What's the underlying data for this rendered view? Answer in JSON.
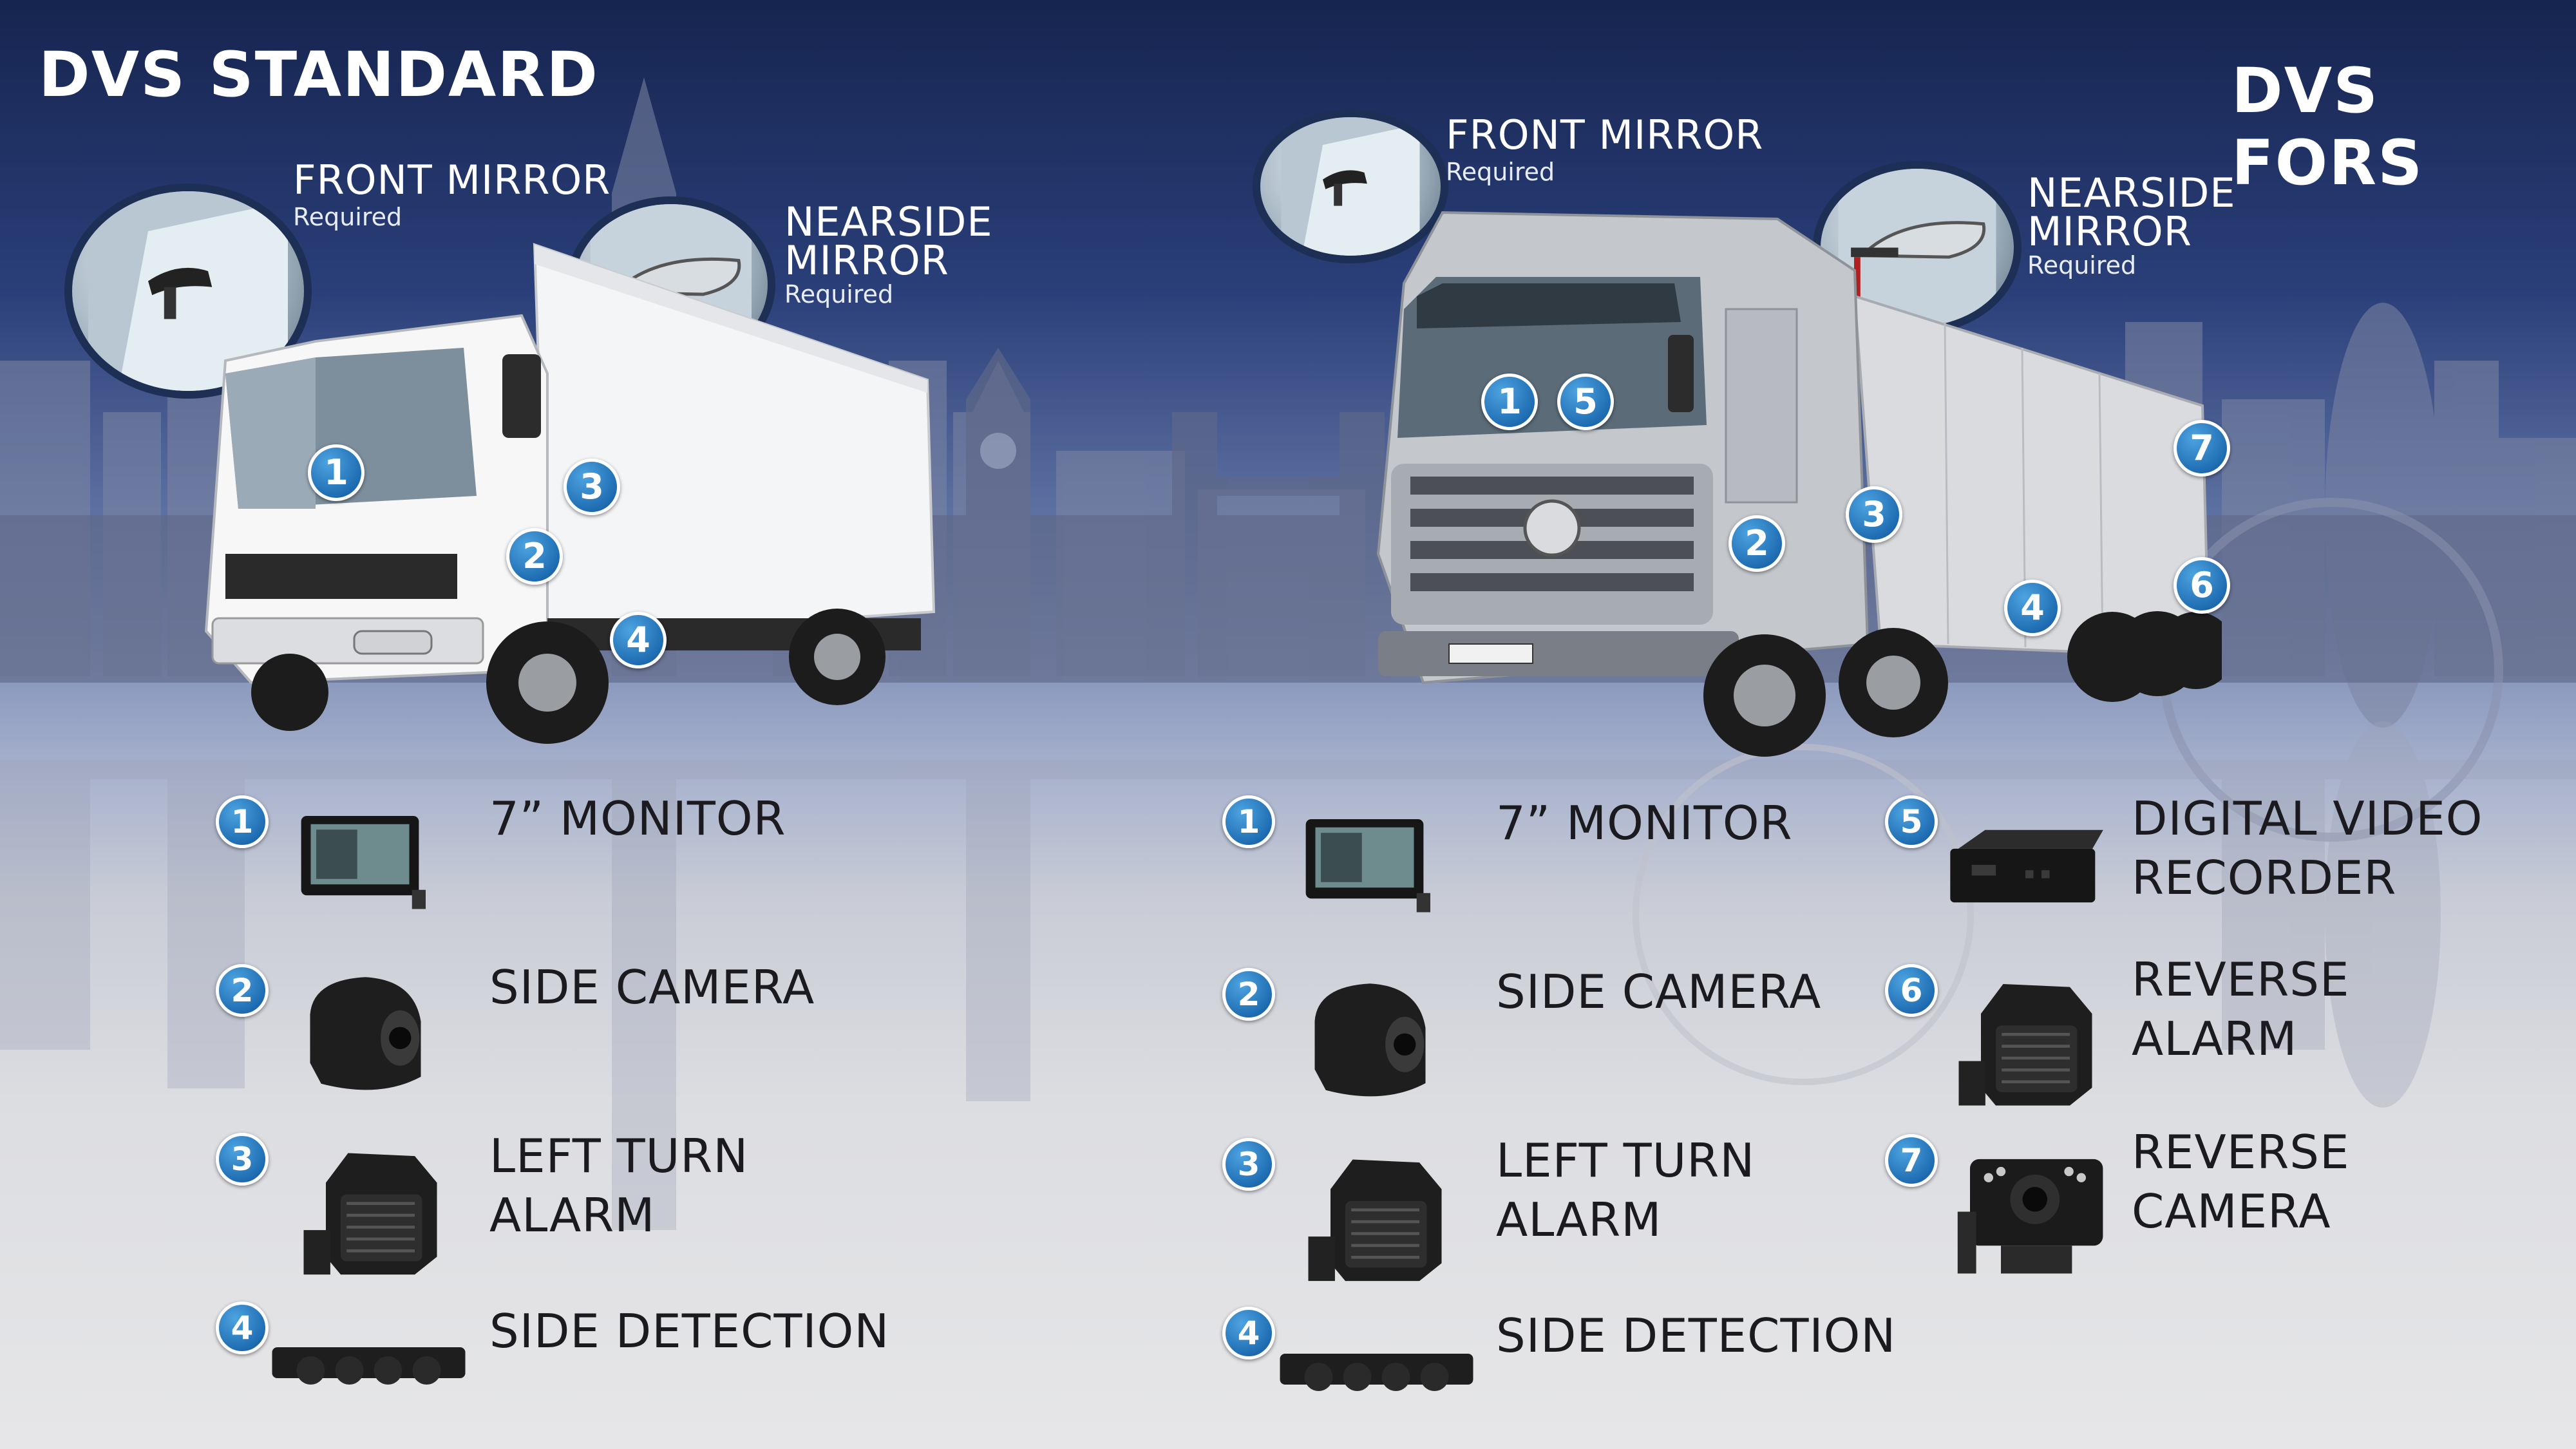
{
  "colors": {
    "accent_blue": "#1f6db3",
    "title_text": "#ffffff",
    "label_text": "#1b1b1f",
    "sky_top": "#16244f"
  },
  "left": {
    "title": "DVS STANDARD",
    "front_mirror": {
      "title": "FRONT MIRROR",
      "sub": "Required"
    },
    "nearside_mirror": {
      "title": "NEARSIDE\nMIRROR",
      "sub": "Required"
    },
    "truck_markers": [
      "1",
      "2",
      "3",
      "4"
    ],
    "items": [
      {
        "num": "1",
        "label": "7” MONITOR",
        "icon": "monitor-icon"
      },
      {
        "num": "2",
        "label": "SIDE CAMERA",
        "icon": "side-camera-icon"
      },
      {
        "num": "3",
        "label": "LEFT TURN\nALARM",
        "icon": "alarm-speaker-icon"
      },
      {
        "num": "4",
        "label": "SIDE DETECTION",
        "icon": "sensor-bar-icon"
      }
    ]
  },
  "right": {
    "title": "DVS FORS",
    "front_mirror": {
      "title": "FRONT MIRROR",
      "sub": "Required"
    },
    "nearside_mirror": {
      "title": "NEARSIDE\nMIRROR",
      "sub": "Required"
    },
    "truck_markers": [
      "1",
      "5",
      "2",
      "3",
      "4",
      "7",
      "6"
    ],
    "items": [
      {
        "num": "1",
        "label": "7” MONITOR",
        "icon": "monitor-icon"
      },
      {
        "num": "2",
        "label": "SIDE CAMERA",
        "icon": "side-camera-icon"
      },
      {
        "num": "3",
        "label": "LEFT TURN\nALARM",
        "icon": "alarm-speaker-icon"
      },
      {
        "num": "4",
        "label": "SIDE DETECTION",
        "icon": "sensor-bar-icon"
      },
      {
        "num": "5",
        "label": "DIGITAL VIDEO\nRECORDER",
        "icon": "dvr-icon"
      },
      {
        "num": "6",
        "label": "REVERSE\nALARM",
        "icon": "alarm-speaker-icon"
      },
      {
        "num": "7",
        "label": "REVERSE\nCAMERA",
        "icon": "reverse-camera-icon"
      }
    ]
  }
}
